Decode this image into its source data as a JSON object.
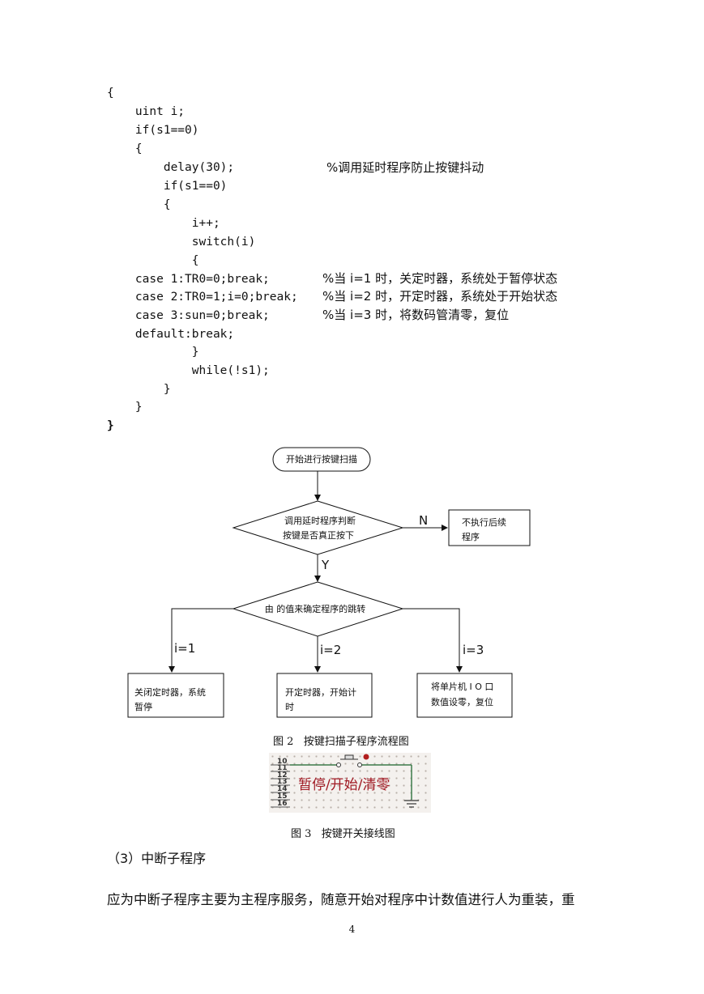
{
  "code": {
    "lines": [
      "{",
      "    uint i;",
      "    if(s1==0)",
      "    {",
      "        delay(30);",
      "        if(s1==0)",
      "        {",
      "            i++;",
      "            switch(i)",
      "            {",
      "    case 1:TR0=0;break;",
      "    case 2:TR0=1;i=0;break;",
      "    case 3:sun=0;break;",
      "    default:break;",
      "            }",
      "            while(!s1);",
      "        }",
      "    }",
      "}"
    ],
    "comments": [
      "%调用延时程序防止按键抖动",
      "%当 i=1 时，关定时器，系统处于暂停状态",
      "%当 i=2 时，开定时器，系统处于开始状态",
      "%当 i=3 时，将数码管清零，复位"
    ]
  },
  "flowchart": {
    "start": "开始进行按键扫描",
    "decision1": [
      "调用延时程序判断",
      "按键是否真正按下"
    ],
    "no_label": "N",
    "no_box": [
      "不执行后续",
      "程序"
    ],
    "yes_label": "Y",
    "decision2": "由 的值来确定程序的跳转",
    "branch_labels": [
      "i=1",
      "i=2",
      "i=3"
    ],
    "branch_boxes": [
      [
        "关闭定时器，系统",
        "暂停"
      ],
      [
        "开定时器，开始计",
        "时"
      ],
      [
        "将单片机 I O 口",
        "数值设零，复位"
      ]
    ]
  },
  "figure2_caption": "图 2   按键扫描子程序流程图",
  "circuit": {
    "pin_numbers": [
      "10",
      "11",
      "12",
      "13",
      "14",
      "15",
      "16"
    ],
    "label": "暂停/开始/清零",
    "colors": {
      "wire": "#3c7a4a",
      "label": "#a11a24",
      "grid_dot": "#b8b0a8"
    }
  },
  "figure3_caption": "图 3   按键开关接线图",
  "section_heading": "（3）中断子程序",
  "body_text": "应为中断子程序主要为主程序服务，随意开始对程序中计数值进行人为重装，重",
  "page_number": "4"
}
